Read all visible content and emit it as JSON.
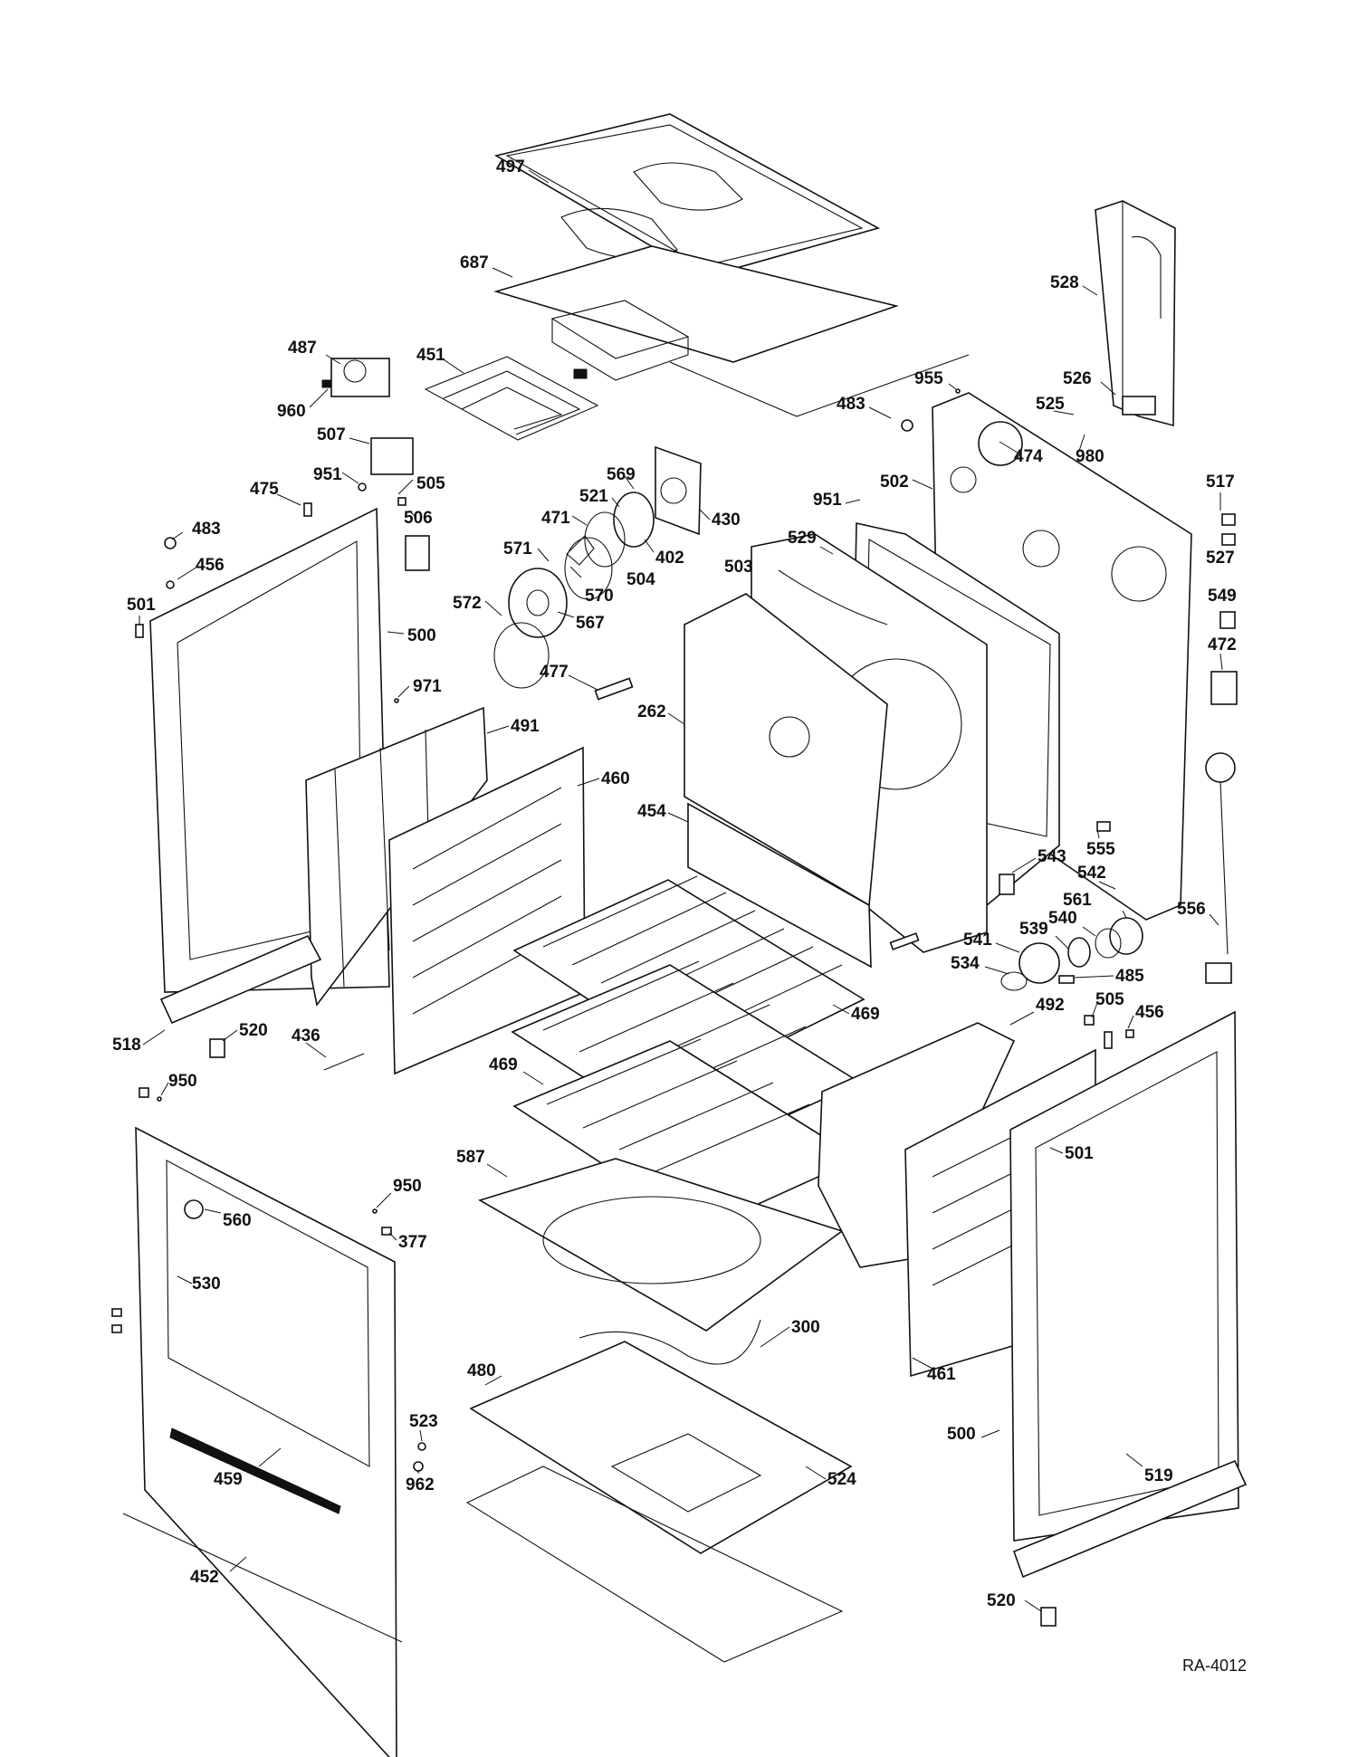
{
  "diagram": {
    "code": "RA-4012",
    "callouts": [
      {
        "id": "c497",
        "label": "497"
      },
      {
        "id": "c687",
        "label": "687"
      },
      {
        "id": "c528",
        "label": "528"
      },
      {
        "id": "c487",
        "label": "487"
      },
      {
        "id": "c451",
        "label": "451"
      },
      {
        "id": "c955",
        "label": "955"
      },
      {
        "id": "c960a",
        "label": "960"
      },
      {
        "id": "c526",
        "label": "526"
      },
      {
        "id": "c483a",
        "label": "483"
      },
      {
        "id": "c525",
        "label": "525"
      },
      {
        "id": "c507",
        "label": "507"
      },
      {
        "id": "c474",
        "label": "474"
      },
      {
        "id": "c980",
        "label": "980"
      },
      {
        "id": "c951a",
        "label": "951"
      },
      {
        "id": "c505a",
        "label": "505"
      },
      {
        "id": "c569",
        "label": "569"
      },
      {
        "id": "c475",
        "label": "475"
      },
      {
        "id": "c502",
        "label": "502"
      },
      {
        "id": "c517",
        "label": "517"
      },
      {
        "id": "c521",
        "label": "521"
      },
      {
        "id": "c430",
        "label": "430"
      },
      {
        "id": "c951b",
        "label": "951"
      },
      {
        "id": "c506",
        "label": "506"
      },
      {
        "id": "c471",
        "label": "471"
      },
      {
        "id": "c483b",
        "label": "483"
      },
      {
        "id": "c402",
        "label": "402"
      },
      {
        "id": "c529",
        "label": "529"
      },
      {
        "id": "c527",
        "label": "527"
      },
      {
        "id": "c571",
        "label": "571"
      },
      {
        "id": "c504",
        "label": "504"
      },
      {
        "id": "c456a",
        "label": "456"
      },
      {
        "id": "c503",
        "label": "503"
      },
      {
        "id": "c570",
        "label": "570"
      },
      {
        "id": "c549",
        "label": "549"
      },
      {
        "id": "c501a",
        "label": "501"
      },
      {
        "id": "c572",
        "label": "572"
      },
      {
        "id": "c567",
        "label": "567"
      },
      {
        "id": "c500a",
        "label": "500"
      },
      {
        "id": "c472",
        "label": "472"
      },
      {
        "id": "c477",
        "label": "477"
      },
      {
        "id": "c971",
        "label": "971"
      },
      {
        "id": "c262",
        "label": "262"
      },
      {
        "id": "c491",
        "label": "491"
      },
      {
        "id": "c460",
        "label": "460"
      },
      {
        "id": "c454",
        "label": "454"
      },
      {
        "id": "c555",
        "label": "555"
      },
      {
        "id": "c543",
        "label": "543"
      },
      {
        "id": "c542",
        "label": "542"
      },
      {
        "id": "c561",
        "label": "561"
      },
      {
        "id": "c556",
        "label": "556"
      },
      {
        "id": "c540",
        "label": "540"
      },
      {
        "id": "c539",
        "label": "539"
      },
      {
        "id": "c541",
        "label": "541"
      },
      {
        "id": "c534",
        "label": "534"
      },
      {
        "id": "c485",
        "label": "485"
      },
      {
        "id": "c505b",
        "label": "505"
      },
      {
        "id": "c456b",
        "label": "456"
      },
      {
        "id": "c492",
        "label": "492"
      },
      {
        "id": "c469a",
        "label": "469"
      },
      {
        "id": "c518",
        "label": "518"
      },
      {
        "id": "c520a",
        "label": "520"
      },
      {
        "id": "c436",
        "label": "436"
      },
      {
        "id": "c469b",
        "label": "469"
      },
      {
        "id": "c950a",
        "label": "950"
      },
      {
        "id": "c501b",
        "label": "501"
      },
      {
        "id": "c587",
        "label": "587"
      },
      {
        "id": "c950b",
        "label": "950"
      },
      {
        "id": "c560",
        "label": "560"
      },
      {
        "id": "c377",
        "label": "377"
      },
      {
        "id": "c530",
        "label": "530"
      },
      {
        "id": "c300",
        "label": "300"
      },
      {
        "id": "c480",
        "label": "480"
      },
      {
        "id": "c461",
        "label": "461"
      },
      {
        "id": "c523",
        "label": "523"
      },
      {
        "id": "c500b",
        "label": "500"
      },
      {
        "id": "c962",
        "label": "962"
      },
      {
        "id": "c524",
        "label": "524"
      },
      {
        "id": "c519",
        "label": "519"
      },
      {
        "id": "c459",
        "label": "459"
      },
      {
        "id": "c452",
        "label": "452"
      },
      {
        "id": "c520b",
        "label": "520"
      }
    ]
  }
}
